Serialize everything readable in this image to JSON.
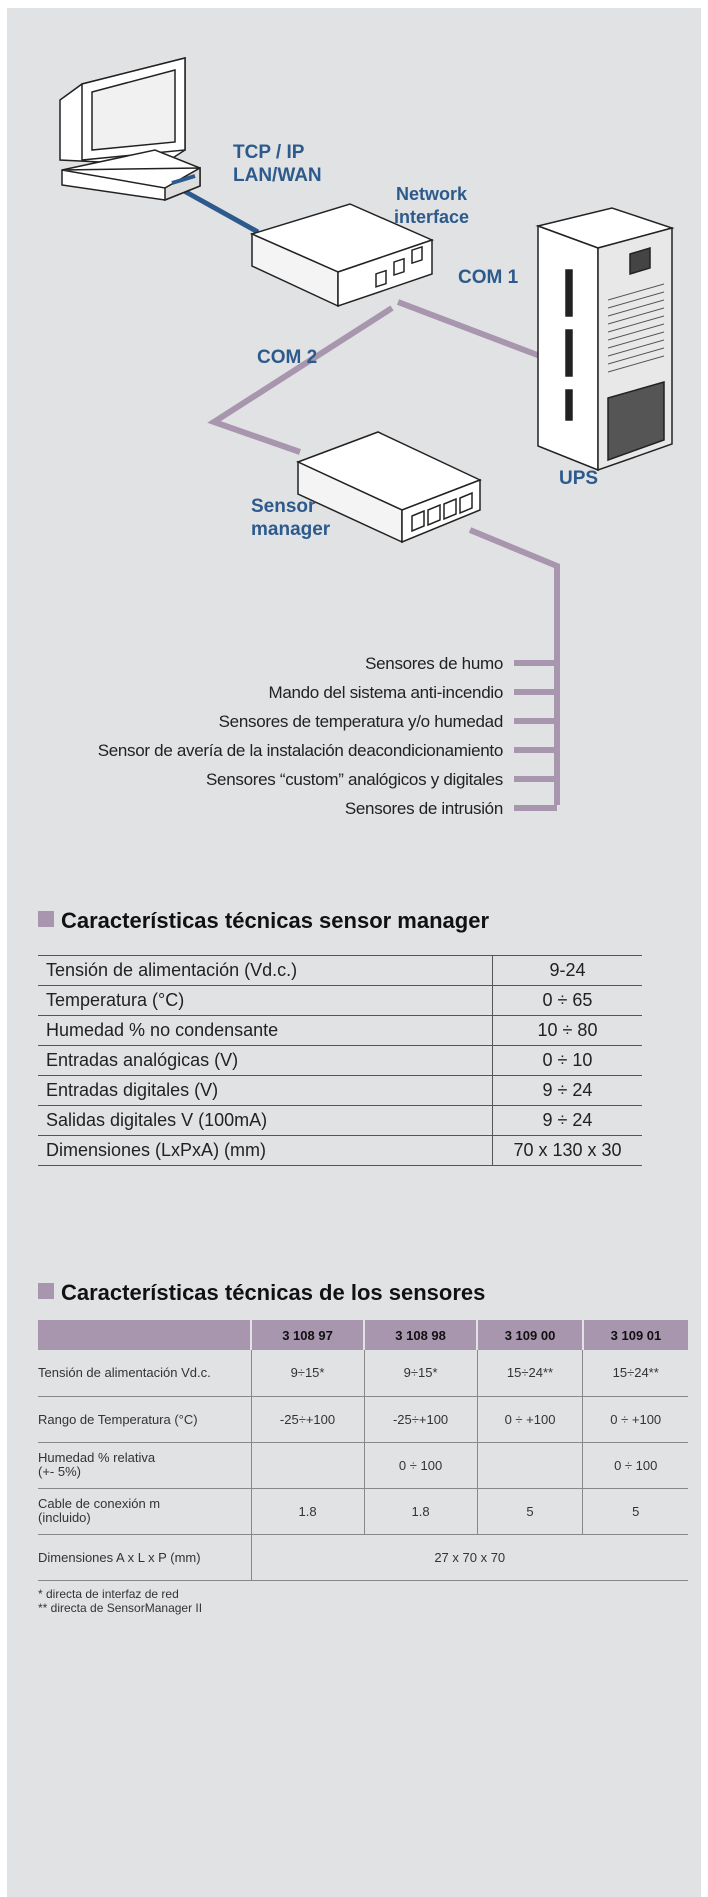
{
  "diagram": {
    "labels": {
      "tcp_ip": "TCP / IP",
      "lan_wan": "LAN/WAN",
      "network_1": "Network",
      "network_2": "interface",
      "com1": "COM 1",
      "com2": "COM 2",
      "sensor_1": "Sensor",
      "sensor_2": "manager",
      "ups": "UPS"
    },
    "sensors": [
      "Sensores de humo",
      "Mando del sistema anti-incendio",
      "Sensores de temperatura y/o humedad",
      "Sensor de avería de la instalación deacondicionamiento",
      "Sensores “custom” analógicos y digitales",
      "Sensores de intrusión"
    ],
    "colors": {
      "link": "#2d5a8c",
      "cable": "#a896ae"
    }
  },
  "sensor_manager": {
    "title": "Características técnicas sensor manager",
    "rows": [
      {
        "label": "Tensión de alimentación (Vd.c.)",
        "value": "9-24"
      },
      {
        "label": "Temperatura (°C)",
        "value": "0 ÷ 65"
      },
      {
        "label": "Humedad % no condensante",
        "value": "10 ÷ 80"
      },
      {
        "label": "Entradas analógicas (V)",
        "value": "0 ÷ 10"
      },
      {
        "label": "Entradas digitales (V)",
        "value": "9 ÷ 24"
      },
      {
        "label": "Salidas digitales V (100mA)",
        "value": "9 ÷ 24"
      },
      {
        "label": "Dimensiones (LxPxA) (mm)",
        "value": "70 x 130 x 30"
      }
    ]
  },
  "sensors_table": {
    "title": "Características técnicas de los sensores",
    "headers": [
      "",
      "3 108 97",
      "3 108 98",
      "3 109 00",
      "3 109 01"
    ],
    "rows": [
      {
        "label": "Tensión de alimentación Vd.c.",
        "cells": [
          "9÷15*",
          "9÷15*",
          "15÷24**",
          "15÷24**"
        ]
      },
      {
        "label": "Rango de Temperatura (°C)",
        "cells": [
          "-25÷+100",
          "-25÷+100",
          "0 ÷ +100",
          "0 ÷ +100"
        ]
      },
      {
        "label": "Humedad % relativa\n(+- 5%)",
        "cells": [
          "",
          "0 ÷ 100",
          "",
          "0 ÷ 100"
        ]
      },
      {
        "label": "Cable de conexión m\n(incluido)",
        "cells": [
          "1.8",
          "1.8",
          "5",
          "5"
        ]
      },
      {
        "label": "Dimensiones A x L x P (mm)",
        "merged": "27 x 70 x 70"
      }
    ],
    "footnotes": [
      "* directa de interfaz de red",
      "** directa de SensorManager II"
    ]
  }
}
